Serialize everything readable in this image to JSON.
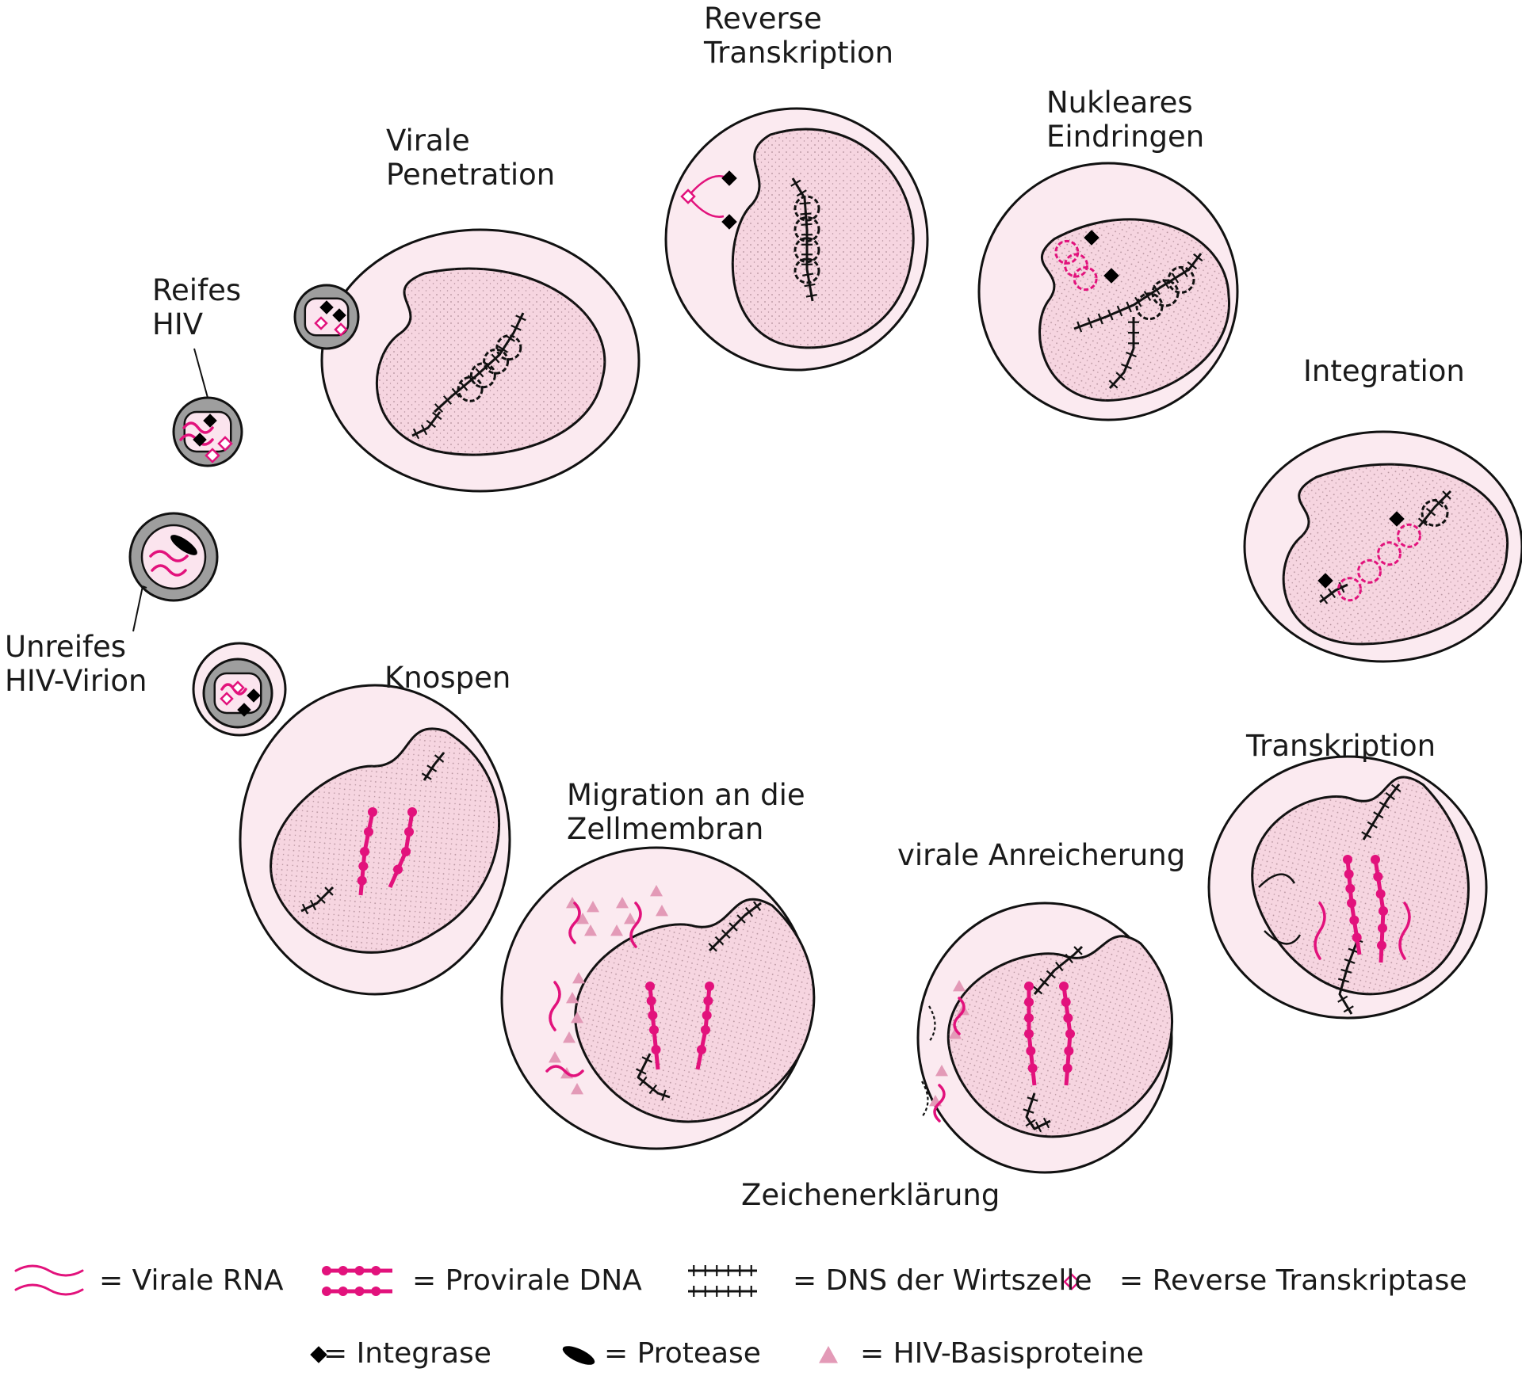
{
  "colors": {
    "cell_fill": "#fbeaf0",
    "nucleus_fill": "#f6d5e0",
    "outline": "#111111",
    "magenta": "#e2127c",
    "virion_gray": "#9e9e9e",
    "basic_protein": "#e39ab7"
  },
  "stages": {
    "mature_hiv": [
      "Reifes",
      "HIV"
    ],
    "immature_virion": [
      "Unreifes",
      "HIV-Virion"
    ],
    "viral_penetration": [
      "Virale",
      "Penetration"
    ],
    "reverse_transcription": [
      "Reverse",
      "Transkription"
    ],
    "nuclear_entry": [
      "Nukleares",
      "Eindringen"
    ],
    "integration": [
      "Integration"
    ],
    "transcription": [
      "Transkription"
    ],
    "viral_accumulation": [
      "virale Anreicherung"
    ],
    "migration": [
      "Migration an die",
      "Zellmembran"
    ],
    "budding": [
      "Knospen"
    ]
  },
  "legend": {
    "title": "Zeichenerklärung",
    "viral_rna": "= Virale RNA",
    "proviral_dna": "= Provirale DNA",
    "host_dna": "= DNS der Wirtszelle",
    "reverse_transcriptase": "=  Reverse Transkriptase",
    "integrase": "= Integrase",
    "protease": "= Protease",
    "basic_proteins": "= HIV-Basisproteine"
  }
}
